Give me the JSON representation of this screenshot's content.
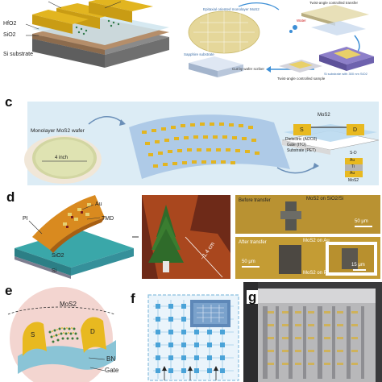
{
  "panel_labels": {
    "c": "c",
    "d": "d",
    "e": "e",
    "f": "f",
    "g": "g"
  },
  "panel_a": {
    "hfo2": "HfO2",
    "sio2": "SiO2",
    "si_substrate": "Si substrate"
  },
  "panel_b": {
    "epitaxial": "Epitaxial oriented monolayer MoS2",
    "sapphire": "Sapphire substrate",
    "cut": "Cut by wafer scriber",
    "twist_transfer": "Twist-angle controlled transfer",
    "water": "Water",
    "si_substrate": "Si substrate with 300 nm SiO2",
    "twist_sample": "Twist-angle controlled sample"
  },
  "panel_c": {
    "wafer_label": "Monolayer MoS2 wafer",
    "size": "4 inch",
    "mos2": "MoS2",
    "s": "S",
    "d": "D",
    "dielectric": "Dielectric (Al2O3)",
    "gate": "Gate (ITO)",
    "substrate": "Substrate (PET)",
    "sd": "S-D",
    "au": "Au",
    "ti": "Ti",
    "mos2_bottom": "MoS2"
  },
  "panel_d": {
    "pi": "PI",
    "au": "Au",
    "tmd": "TMD",
    "sio2": "SiO2",
    "si": "Si",
    "size": "~1.4 cm",
    "before": "Before transfer",
    "mos2_sio2": "MoS2 on SiO2/Si",
    "scale1": "50 μm",
    "after": "After transfer",
    "mos2_au": "MoS2 on Au",
    "scale2": "50 μm",
    "scale3": "15 μm",
    "mos2_pi": "MoS2 on PI"
  },
  "panel_e": {
    "mos2": "MoS2",
    "s": "S",
    "d": "D",
    "bn": "BN",
    "gate": "Gate"
  },
  "colors": {
    "gold": "#e6b422",
    "blue_panel_bg": "#dcecf5",
    "optical_gold": "#c9a23a"
  }
}
